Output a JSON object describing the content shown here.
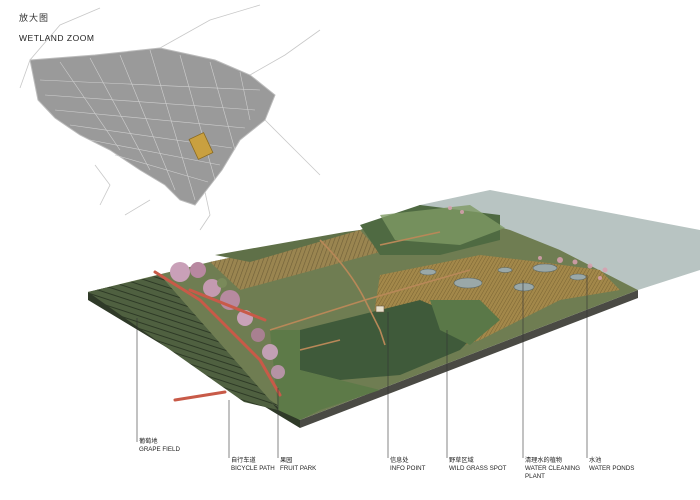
{
  "title": {
    "cn": "放大图",
    "en": "WETLAND ZOOM"
  },
  "labels": [
    {
      "id": "grape",
      "cn": "葡萄地",
      "en": "GRAPE FIELD"
    },
    {
      "id": "bicycle",
      "cn": "自行车道",
      "en": "BICYCLE PATH"
    },
    {
      "id": "fruit",
      "cn": "果园",
      "en": "FRUIT PARK"
    },
    {
      "id": "info",
      "cn": "信息处",
      "en": "INFO POINT"
    },
    {
      "id": "grass",
      "cn": "野草区域",
      "en": "WILD GRASS SPOT"
    },
    {
      "id": "watercleaning",
      "cn": "清理水的植物",
      "en": "WATER CLEANING",
      "en2": "PLANT"
    },
    {
      "id": "ponds",
      "cn": "水池",
      "en": "WATER PONDS"
    }
  ],
  "colors": {
    "highlight": "#c9a040",
    "grape": "#4a5a3a",
    "path": "#c85a48",
    "water": "#b8c4c2",
    "wetland_dark": "#3f5a3a",
    "grass_light": "#7f8f5a"
  }
}
